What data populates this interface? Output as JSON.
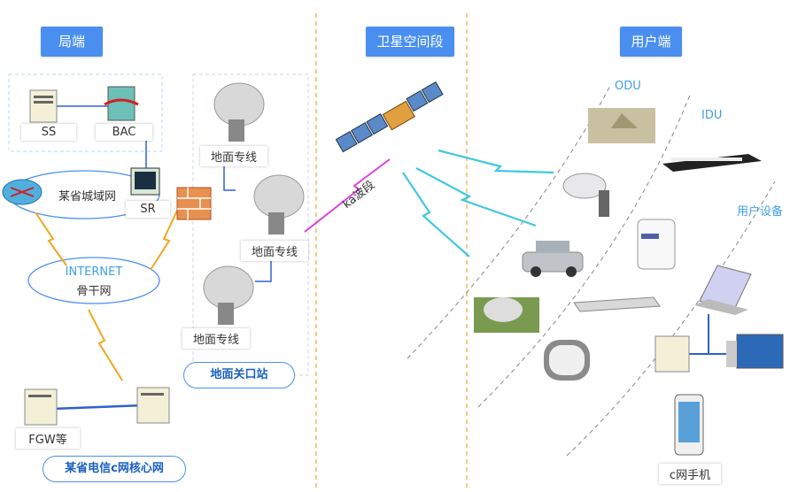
{
  "sections": {
    "bureau": "局端",
    "satellite": "卫星空间段",
    "user": "用户端"
  },
  "bureau": {
    "ss": "SS",
    "bac": "BAC",
    "metro": "某省城域网",
    "sr": "SR",
    "internet_top": "INTERNET",
    "internet_bottom": "骨干网",
    "fgw": "FGW等",
    "core": "某省电信c网核心网"
  },
  "gateway": {
    "ground_line": "地面专线",
    "station": "地面关口站"
  },
  "satellite": {
    "band": "ka波段"
  },
  "user": {
    "odu": "ODU",
    "idu": "IDU",
    "device": "用户设备",
    "phone": "c网手机"
  }
}
